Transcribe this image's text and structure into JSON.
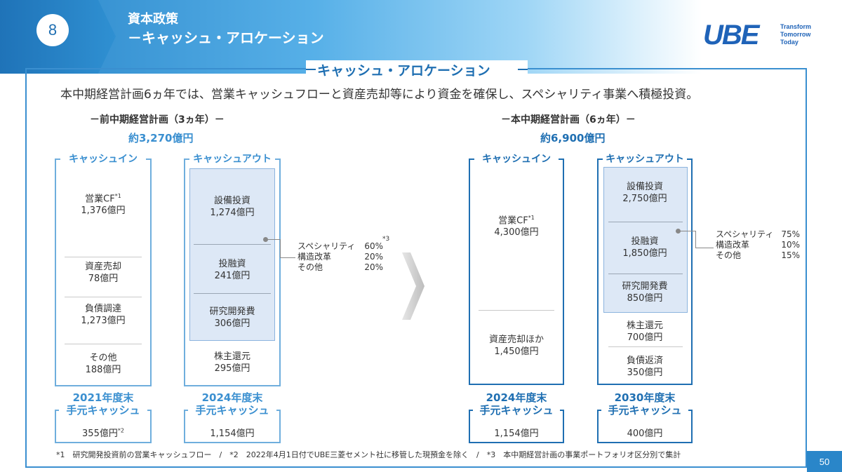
{
  "header": {
    "section_number": "8",
    "title_line1": "資本政策",
    "title_line2": "－キャッシュ・アロケーション",
    "logo_mark": "UBE",
    "logo_tag": "Transform\nTomorrow\nToday"
  },
  "frame_title": "キャッシュ・アロケーション",
  "lead": "本中期経営計画6ヵ年では、営業キャッシュフローと資産売却等により資金を確保し、スペシャリティ事業へ積極投資。",
  "prev_plan": {
    "heading": "－前中期経営計画（3ヵ年）－",
    "total": "約3,270億円",
    "cash_in": {
      "label": "キャッシュイン",
      "items": [
        {
          "name": "営業CF",
          "note": "*1",
          "value": "1,376億円"
        },
        {
          "name": "資産売却",
          "value": "78億円"
        },
        {
          "name": "負債調達",
          "value": "1,273億円"
        },
        {
          "name": "その他",
          "value": "188億円"
        }
      ]
    },
    "cash_out": {
      "label": "キャッシュアウト",
      "items": [
        {
          "name": "設備投資",
          "value": "1,274億円"
        },
        {
          "name": "投融資",
          "value": "241億円"
        },
        {
          "name": "研究開発費",
          "value": "306億円"
        },
        {
          "name": "株主還元",
          "value": "295億円"
        }
      ]
    },
    "allocation": {
      "note": "*3",
      "rows": [
        {
          "name": "スペシャリティ",
          "pct": "60%"
        },
        {
          "name": "構造改革",
          "pct": "20%"
        },
        {
          "name": "その他",
          "pct": "20%"
        }
      ]
    },
    "cash_end_in": {
      "year": "2021年度末",
      "label": "手元キャッシュ",
      "value": "355億円",
      "note": "*2"
    },
    "cash_end_out": {
      "year": "2024年度末",
      "label": "手元キャッシュ",
      "value": "1,154億円"
    }
  },
  "new_plan": {
    "heading": "－本中期経営計画（6ヵ年）－",
    "total": "約6,900億円",
    "cash_in": {
      "label": "キャッシュイン",
      "items": [
        {
          "name": "営業CF",
          "note": "*1",
          "value": "4,300億円"
        },
        {
          "name": "資産売却ほか",
          "value": "1,450億円"
        }
      ]
    },
    "cash_out": {
      "label": "キャッシュアウト",
      "items": [
        {
          "name": "設備投資",
          "value": "2,750億円"
        },
        {
          "name": "投融資",
          "value": "1,850億円"
        },
        {
          "name": "研究開発費",
          "value": "850億円"
        },
        {
          "name": "株主還元",
          "value": "700億円"
        },
        {
          "name": "負債返済",
          "value": "350億円"
        }
      ]
    },
    "allocation": {
      "rows": [
        {
          "name": "スペシャリティ",
          "pct": "75%"
        },
        {
          "name": "構造改革",
          "pct": "10%"
        },
        {
          "name": "その他",
          "pct": "15%"
        }
      ]
    },
    "cash_end_in": {
      "year": "2024年度末",
      "label": "手元キャッシュ",
      "value": "1,154億円"
    },
    "cash_end_out": {
      "year": "2030年度末",
      "label": "手元キャッシュ",
      "value": "400億円"
    }
  },
  "footnote": "*1　研究開発投資前の営業キャッシュフロー　/　*2　2022年4月1日付でUBE三菱セメント社に移管した現預金を除く　/　*3　本中期経営計画の事業ポートフォリオ区分別で集計",
  "page_number": "50",
  "colors": {
    "primary": "#1f6fb2",
    "light": "#3a8fd0",
    "shade": "#dde8f6"
  }
}
